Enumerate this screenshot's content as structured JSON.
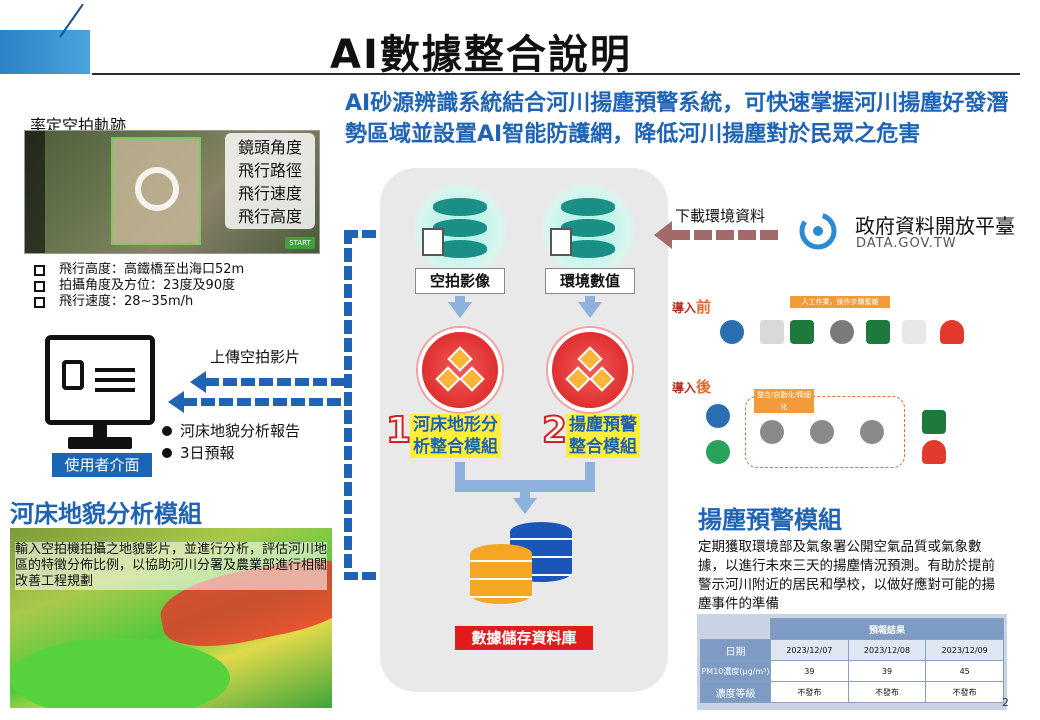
{
  "title": "AI數據整合說明",
  "subtitle": "AI砂源辨識系統結合河川揚塵預警系統，可快速掌握河川揚塵好發潛勢區域並設置AI智能防護網，降低河川揚塵對於民眾之危害",
  "drone": {
    "heading": "率定空拍軌跡",
    "overlay": [
      "鏡頭角度",
      "飛行路徑",
      "飛行速度",
      "飛行高度"
    ],
    "specs": [
      "飛行高度：高鐵橋至出海口52m",
      "拍攝角度及方位：23度及90度",
      "飛行速度：28~35m/h"
    ],
    "start_label": "START"
  },
  "ui": {
    "label": "使用者介面",
    "upload_label": "上傳空拍影片",
    "reports": [
      "河床地貌分析報告",
      "3日預報"
    ]
  },
  "center": {
    "source1": "空拍影像",
    "source2": "環境數值",
    "module1_num": "1",
    "module1_name": [
      "河床地形分",
      "析整合模組"
    ],
    "module2_num": "2",
    "module2_name": [
      "揚塵預警",
      "整合模組"
    ],
    "storage": "數據儲存資料庫"
  },
  "gov": {
    "download_label": "下載環境資料",
    "name": "政府資料開放平臺",
    "url_text": "DATA.GOV.TW"
  },
  "flow": {
    "before_prefix": "導入",
    "before_tag": "前",
    "after_prefix": "導入",
    "after_tag": "後",
    "before_bar": "人工作業，操作步驟繁雜",
    "after_bar": "整合/自動化/精細化"
  },
  "river": {
    "title": "河床地貌分析模組",
    "text": "輸入空拍機拍攝之地貌影片，並進行分析，評估河川地區的特徵分佈比例，以協助河川分署及農業部進行相關改善工程規劃"
  },
  "warning": {
    "title": "揚塵預警模組",
    "text": "定期獲取環境部及氣象署公開空氣品質或氣象數據，以進行未來三天的揚塵情況預測。有助於提前警示河川附近的居民和學校，以做好應對可能的揚塵事件的準備",
    "table": {
      "caption": "預報結果",
      "date_label": "日期",
      "pm_label": "PM10濃度(μg/m³)",
      "level_label": "濃度等級",
      "dates": [
        "2023/12/07",
        "2023/12/08",
        "2023/12/09"
      ],
      "pm": [
        "39",
        "39",
        "45"
      ],
      "levels": [
        "不發布",
        "不發布",
        "不發布"
      ]
    }
  },
  "page_number": "2",
  "colors": {
    "brand_blue": "#1f63b4",
    "module_red": "#d81e1e",
    "highlight_yellow": "#ffef3a",
    "db_teal": "#198f86"
  }
}
